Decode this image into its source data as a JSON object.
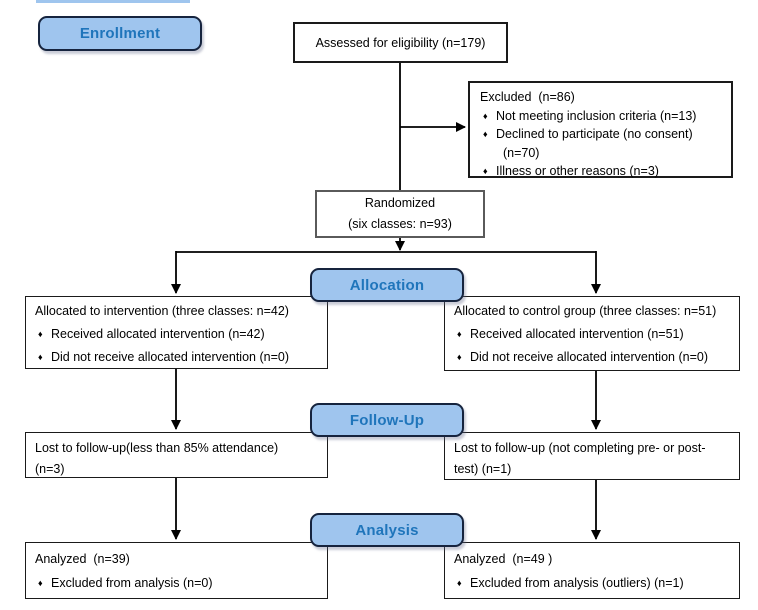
{
  "stage_labels": {
    "enrollment": "Enrollment",
    "allocation": "Allocation",
    "followup": "Follow-Up",
    "analysis": "Analysis"
  },
  "boxes": {
    "assessed": {
      "text": "Assessed for eligibility (n=179)"
    },
    "excluded": {
      "title": "Excluded  (n=86)",
      "bullets": [
        "Not meeting inclusion criteria (n=13)",
        "Declined to participate (no consent)\n  (n=70)",
        "Illness or other reasons (n=3)"
      ]
    },
    "randomized": {
      "line1": "Randomized",
      "line2": "(six classes: n=93)"
    },
    "alloc_intervention": {
      "title": "Allocated to intervention (three classes: n=42)",
      "bullets": [
        "Received allocated intervention (n=42)",
        "Did not receive allocated intervention (n=0)"
      ]
    },
    "alloc_control": {
      "title": "Allocated to control group (three classes: n=51)",
      "bullets": [
        "Received allocated intervention (n=51)",
        "Did not receive allocated intervention (n=0)"
      ]
    },
    "followup_intervention": {
      "text": "Lost to follow-up(less than 85% attendance)\n(n=3)"
    },
    "followup_control": {
      "text": "Lost to follow-up (not completing pre- or post-\ntest) (n=1)"
    },
    "analysis_intervention": {
      "title": "Analyzed  (n=39)",
      "bullets": [
        "Excluded from analysis (n=0)"
      ]
    },
    "analysis_control": {
      "title": "Analyzed  (n=49 )",
      "bullets": [
        "Excluded from analysis (outliers) (n=1)"
      ]
    }
  },
  "icons": {
    "bullet": "♦"
  },
  "colors": {
    "stage_fill": "#9FC5EE",
    "stage_border": "#16243E",
    "stage_text": "#1F75BB",
    "box_border": "#1a1a1a",
    "arrow": "#000000"
  }
}
